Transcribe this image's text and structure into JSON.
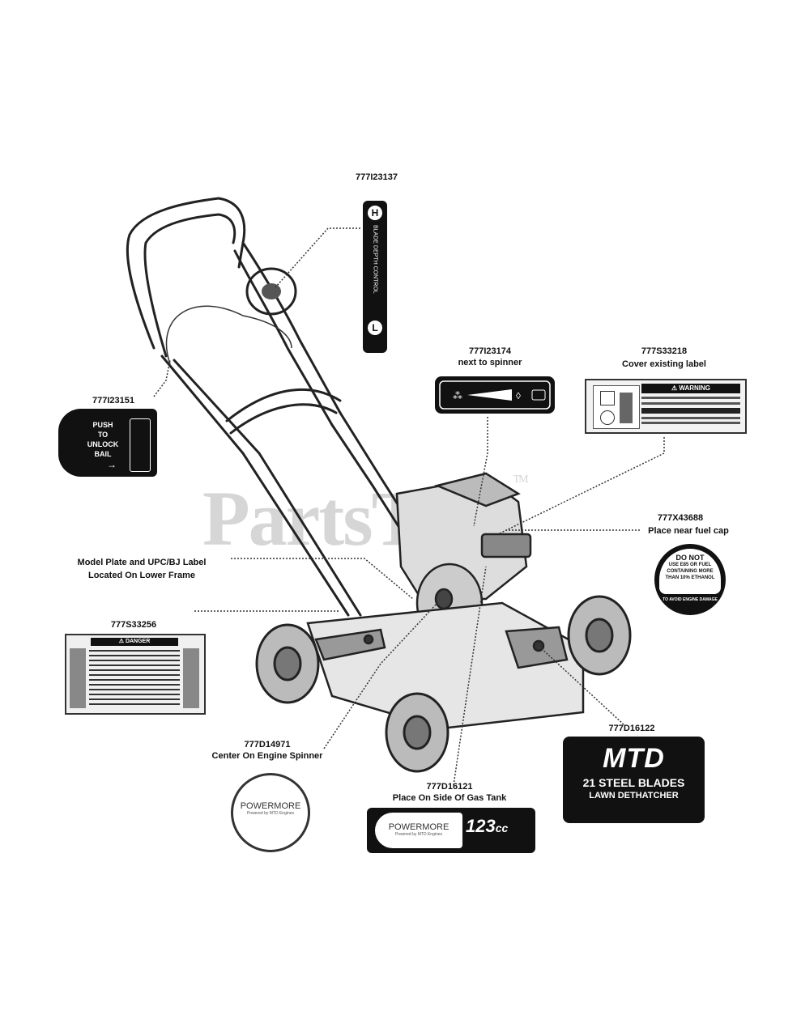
{
  "watermark": {
    "text": "PartsTree",
    "tm": "TM"
  },
  "labels": {
    "p777I23137": "777I23137",
    "p777I23174": "777I23174",
    "p777I23174_note": "next to spinner",
    "p777S33218": "777S33218",
    "p777S33218_note": "Cover existing label",
    "p777I23151": "777I23151",
    "p777X43688": "777X43688",
    "p777X43688_note": "Place near fuel cap",
    "model_plate_1": "Model Plate and UPC/BJ Label",
    "model_plate_2": "Located On Lower Frame",
    "p777S33256": "777S33256",
    "p777D14971": "777D14971",
    "p777D14971_note": "Center On Engine Spinner",
    "p777D16121": "777D16121",
    "p777D16121_note": "Place On Side Of Gas Tank",
    "p777D16122": "777D16122"
  },
  "decals": {
    "bail": {
      "line1": "PUSH",
      "line2": "TO",
      "line3": "UNLOCK",
      "line4": "BAIL"
    },
    "depth": {
      "top": "H",
      "bottom": "L",
      "text": "BLADE DEPTH CONTROL"
    },
    "warning": {
      "title": "⚠ WARNING"
    },
    "danger": {
      "title": "⚠ DANGER"
    },
    "fuel": {
      "l1": "DO NOT",
      "l2": "USE E85 OR FUEL",
      "l3": "CONTAINING MORE",
      "l4": "THAN 10% ETHANOL",
      "ring": "TO AVOID ENGINE DAMAGE"
    },
    "powermore_round": {
      "brand": "POWERMORE",
      "tag": "Powered by MTD Engines"
    },
    "powermore_tank": {
      "brand": "POWERMORE",
      "tag": "Powered by MTD Engines",
      "cc": "123",
      "unit": "cc"
    },
    "mtd": {
      "brand": "MTD",
      "line1": "21 STEEL BLADES",
      "line2": "LAWN DETHATCHER"
    }
  }
}
